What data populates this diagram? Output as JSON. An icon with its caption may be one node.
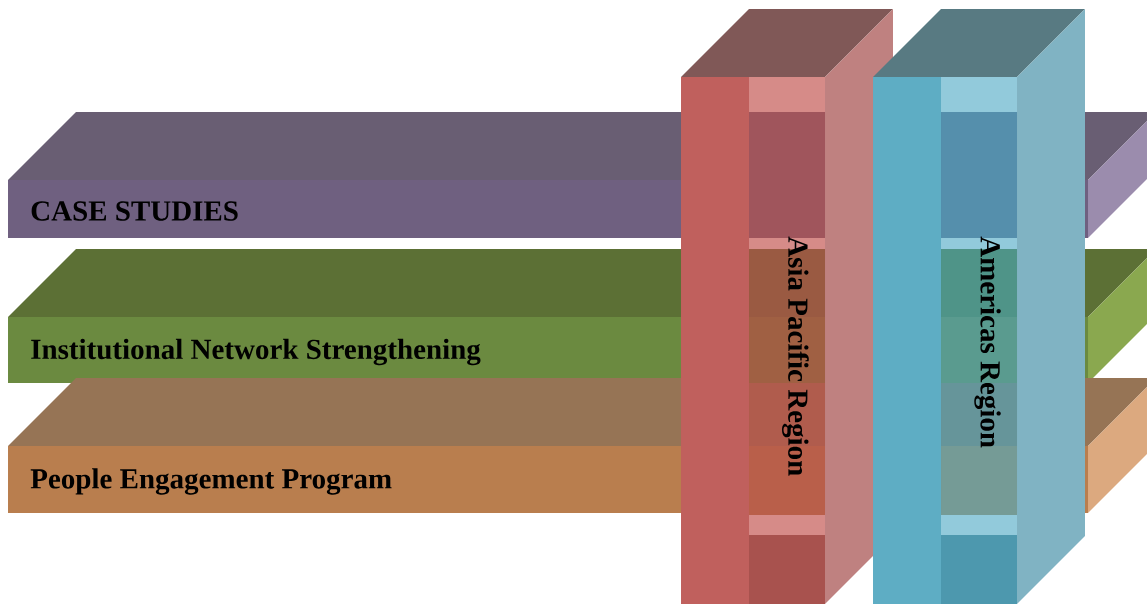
{
  "diagram": {
    "nodes": [
      {
        "text": [
          "CASE STUDIES"
        ]
      },
      {
        "text": [
          "Institutional Network Strengthening"
        ]
      },
      {
        "text": [
          "People Engagement Program"
        ]
      },
      {
        "text": [
          "Asia Pacific Region"
        ]
      },
      {
        "text": [
          "Americas Region"
        ]
      }
    ]
  }
}
